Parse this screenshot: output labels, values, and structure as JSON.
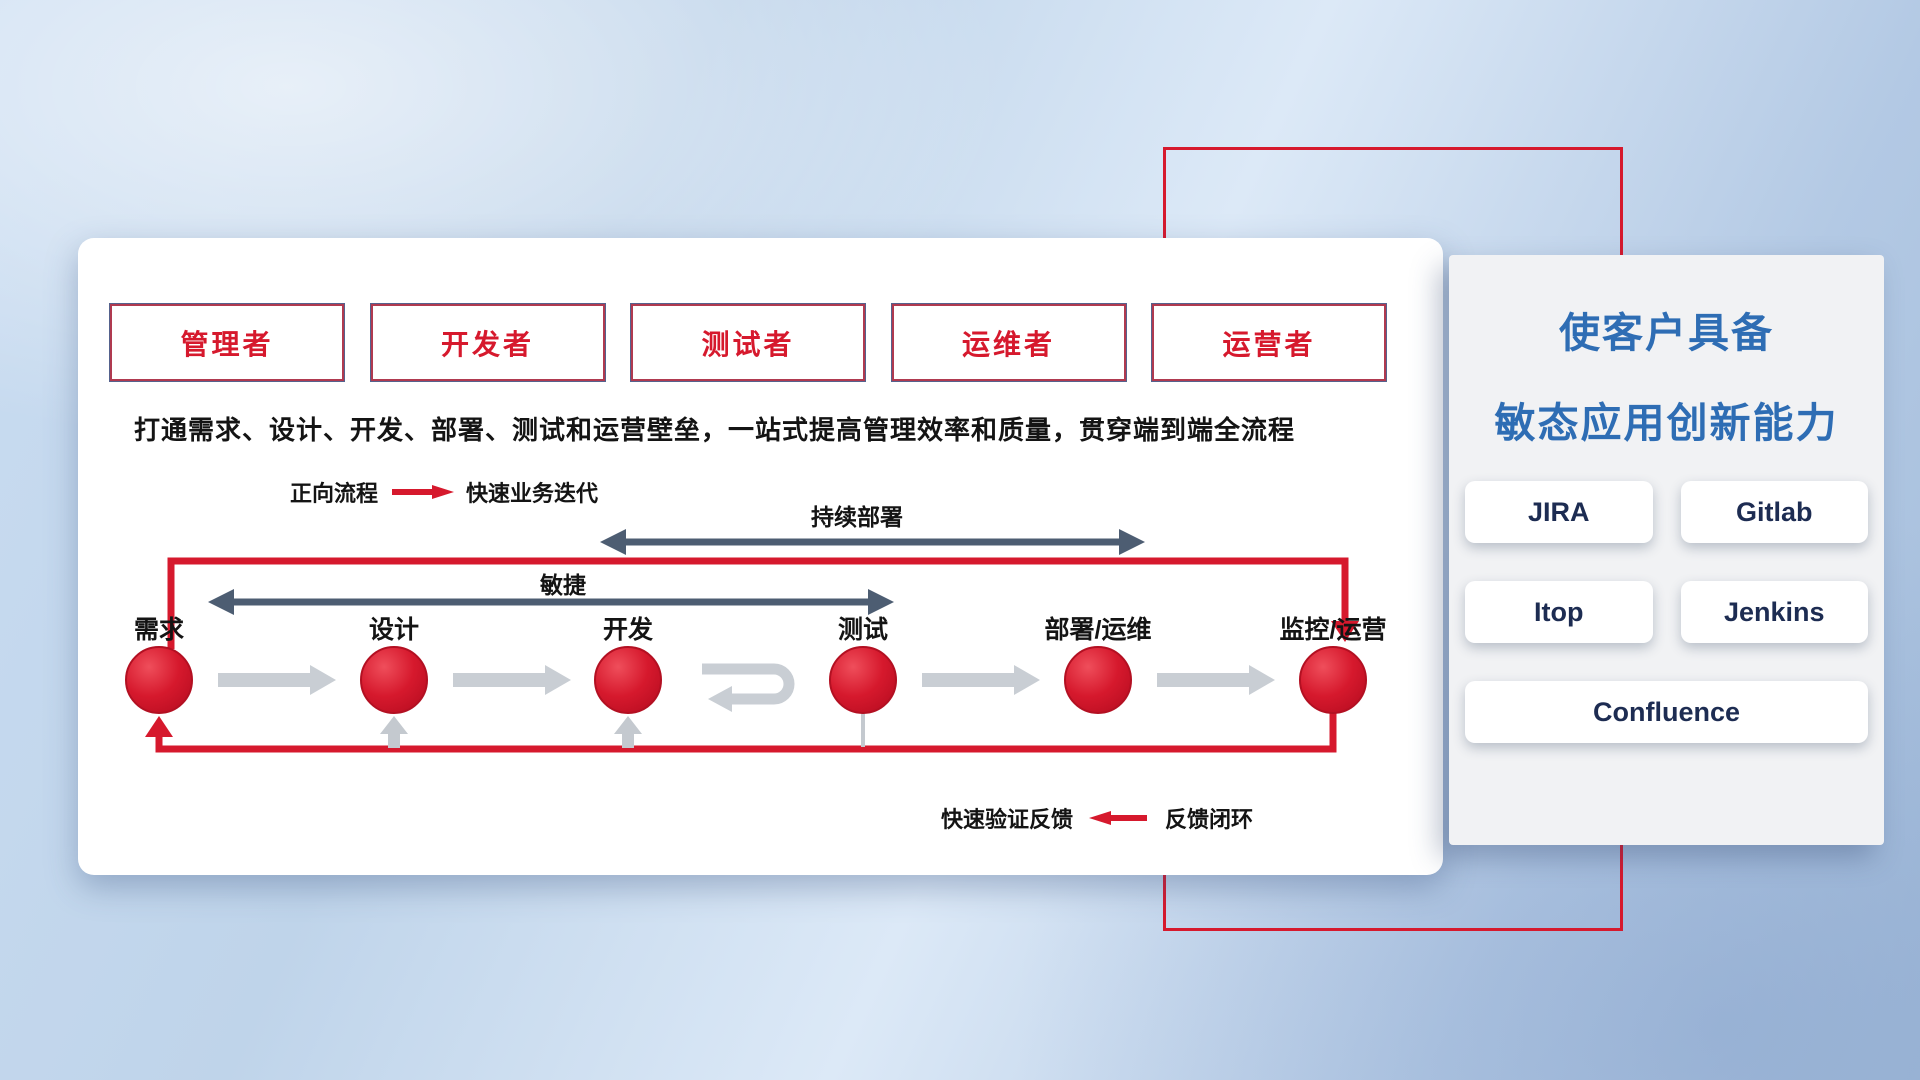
{
  "colors": {
    "accent_red": "#d6192d",
    "title_blue": "#2e6db4",
    "dark_arrow": "#4d5d72",
    "gray_arrow": "#c4c9cf"
  },
  "roles": [
    {
      "label": "管理者"
    },
    {
      "label": "开发者"
    },
    {
      "label": "测试者"
    },
    {
      "label": "运维者"
    },
    {
      "label": "运营者"
    }
  ],
  "description": "打通需求、设计、开发、部署、测试和运营壁垒，一站式提高管理效率和质量，贯穿端到端全流程",
  "legend": {
    "forward_label": "正向流程",
    "forward_value": "快速业务迭代",
    "feedback_value": "快速验证反馈",
    "feedback_label": "反馈闭环"
  },
  "spans": {
    "continuous_deploy": "持续部署",
    "agile": "敏捷"
  },
  "stages": [
    {
      "label": "需求"
    },
    {
      "label": "设计"
    },
    {
      "label": "开发"
    },
    {
      "label": "测试"
    },
    {
      "label": "部署/运维"
    },
    {
      "label": "监控/运营"
    }
  ],
  "right_panel": {
    "title_line1": "使客户具备",
    "title_line2": "敏态应用创新能力",
    "tools": [
      "JIRA",
      "Gitlab",
      "Itop",
      "Jenkins",
      "Confluence"
    ]
  }
}
